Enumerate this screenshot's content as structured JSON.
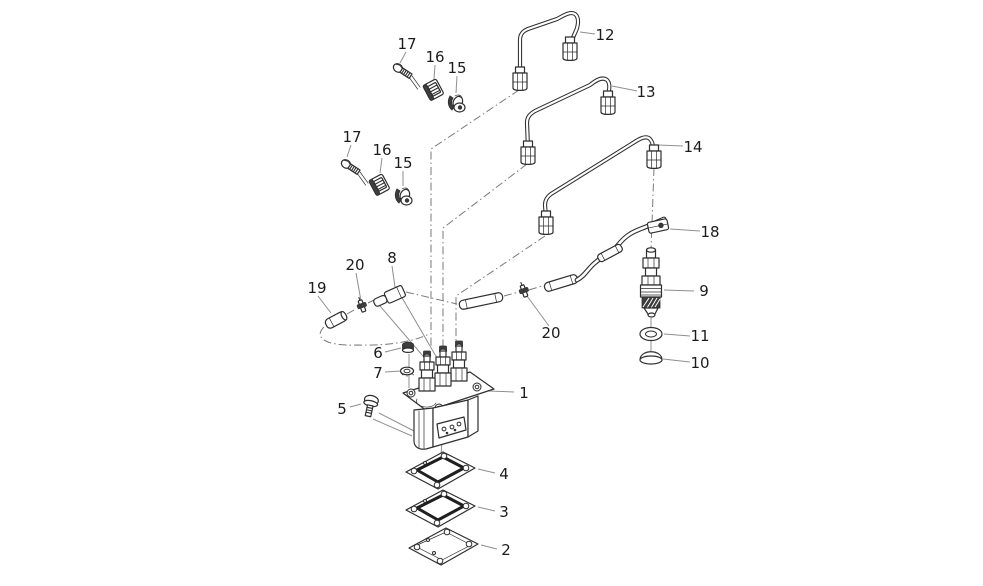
{
  "diagram": {
    "figure_type": "exploded-parts-diagram",
    "subject": "fuel-injection-pump-assembly"
  },
  "colors": {
    "background": "#ffffff",
    "part_line": "#2f2f2f",
    "leader_line": "#8f8f8f",
    "centerline": "#7a7a7a",
    "dark_fill": "#3d3d3d"
  },
  "callouts": {
    "c1": {
      "text": "1"
    },
    "c2": {
      "text": "2"
    },
    "c3": {
      "text": "3"
    },
    "c4": {
      "text": "4"
    },
    "c5": {
      "text": "5"
    },
    "c6": {
      "text": "6"
    },
    "c7": {
      "text": "7"
    },
    "c8": {
      "text": "8"
    },
    "c9": {
      "text": "9"
    },
    "c10": {
      "text": "10"
    },
    "c11": {
      "text": "11"
    },
    "c12": {
      "text": "12"
    },
    "c13": {
      "text": "13"
    },
    "c14": {
      "text": "14"
    },
    "c15a": {
      "text": "15"
    },
    "c15b": {
      "text": "15"
    },
    "c16a": {
      "text": "16"
    },
    "c16b": {
      "text": "16"
    },
    "c17a": {
      "text": "17"
    },
    "c17b": {
      "text": "17"
    },
    "c18": {
      "text": "18"
    },
    "c19": {
      "text": "19"
    },
    "c20a": {
      "text": "20"
    },
    "c20b": {
      "text": "20"
    }
  }
}
